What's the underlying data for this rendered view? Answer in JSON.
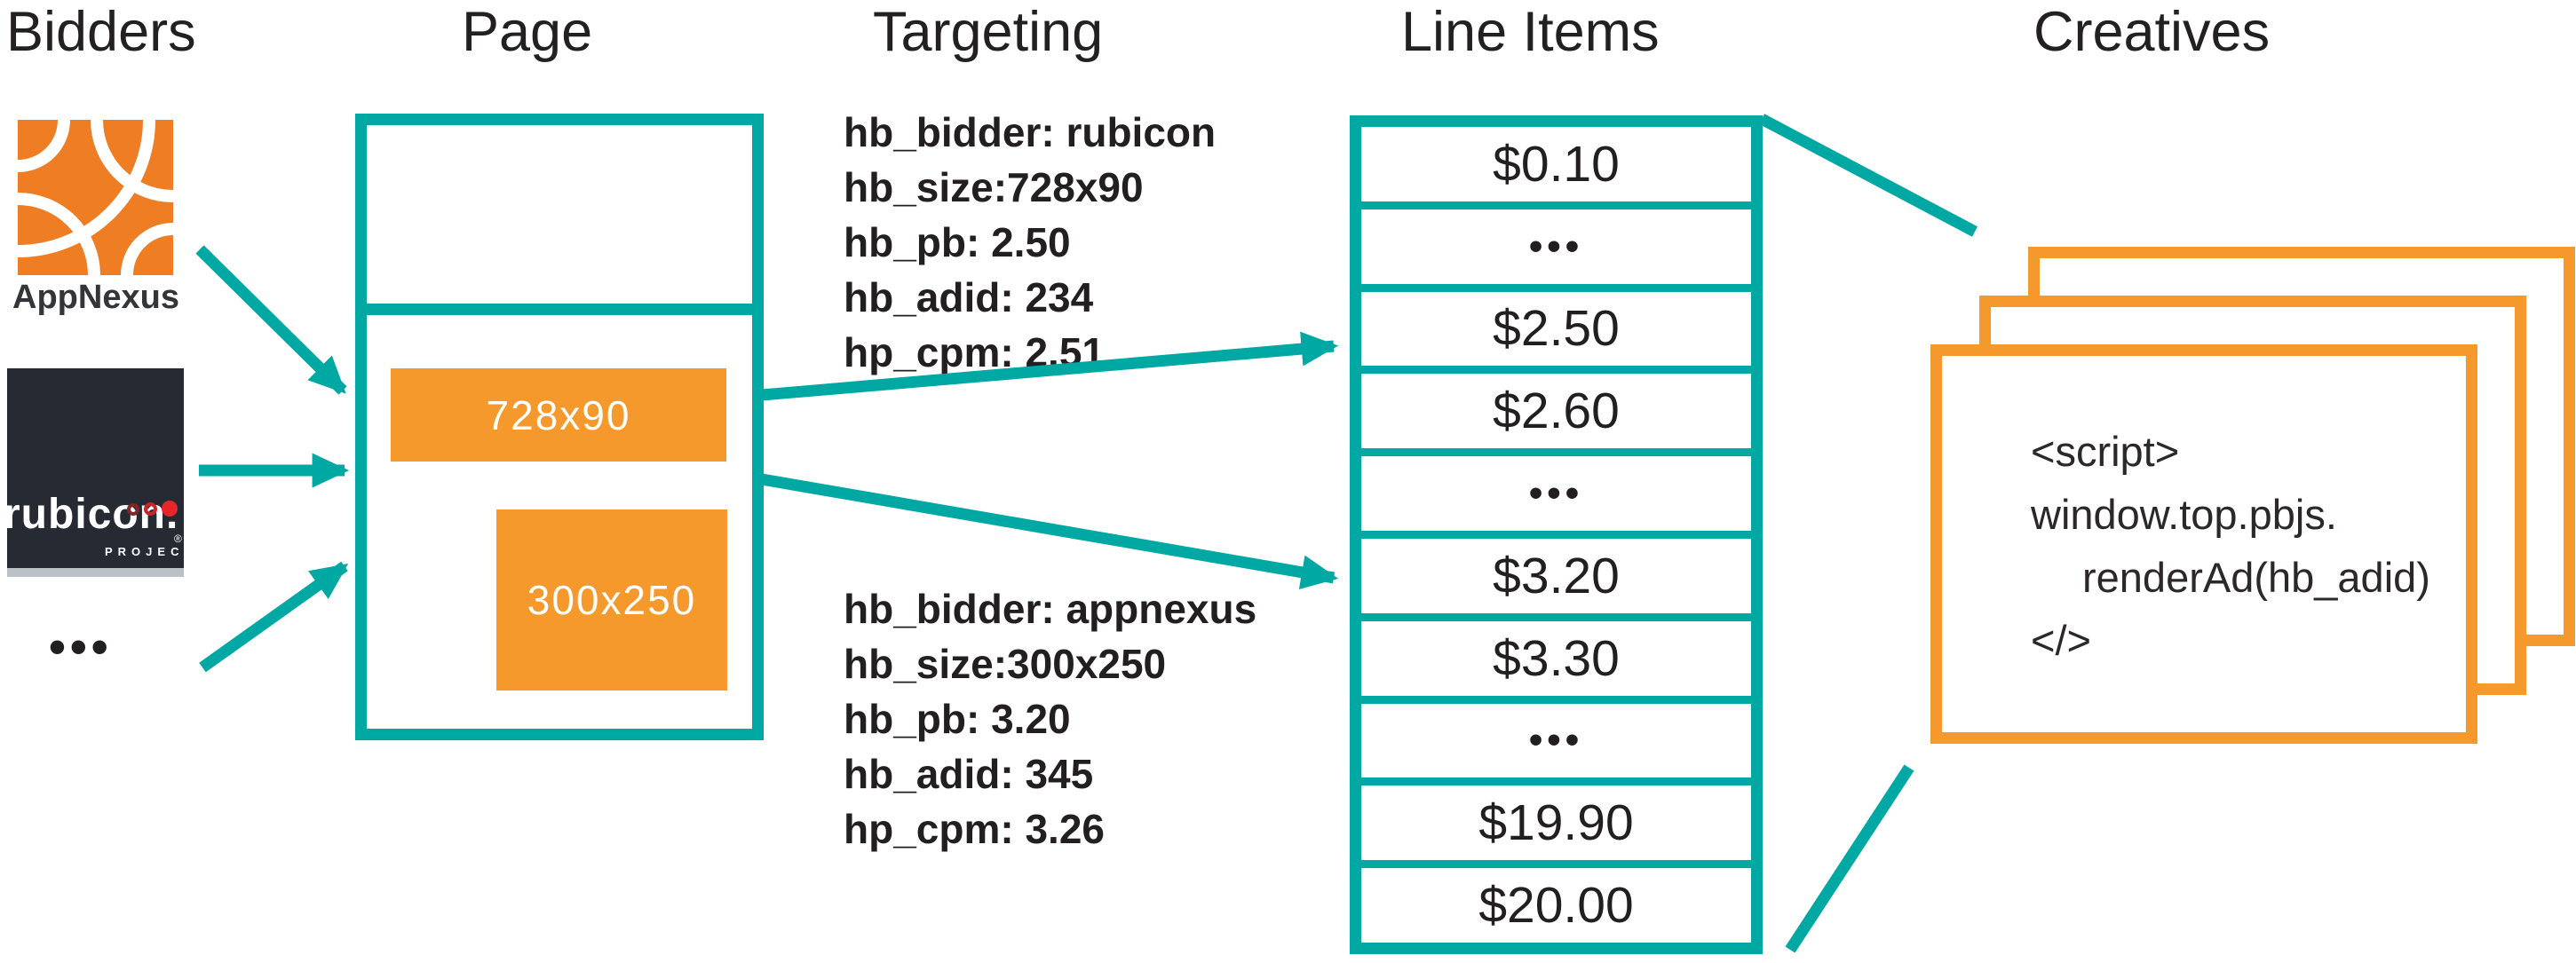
{
  "headers": {
    "bidders": "Bidders",
    "page": "Page",
    "targeting": "Targeting",
    "line_items": "Line Items",
    "creatives": "Creatives"
  },
  "bidders": {
    "appnexus_label": "AppNexus",
    "rubicon_word": "rubicon.",
    "rubicon_reg": "®",
    "rubicon_project": "PROJECT",
    "ellipsis": "•••"
  },
  "page": {
    "slot1_label": "728x90",
    "slot2_label": "300x250"
  },
  "targeting": {
    "block1_lines": [
      "hb_bidder: rubicon",
      "hb_size:728x90",
      "hb_pb: 2.50",
      "hb_adid: 234",
      "hp_cpm: 2.51"
    ],
    "block2_lines": [
      "hb_bidder: appnexus",
      "hb_size:300x250",
      "hb_pb: 3.20",
      "hb_adid: 345",
      "hp_cpm: 3.26"
    ]
  },
  "line_items": {
    "rows": [
      "$0.10",
      "•••",
      "$2.50",
      "$2.60",
      "•••",
      "$3.20",
      "$3.30",
      "•••",
      "$19.90",
      "$20.00"
    ]
  },
  "creatives": {
    "script_lines": [
      "<script>",
      "window.top.pbjs.",
      "renderAd(hb_adid)",
      "</>"
    ]
  },
  "colors": {
    "teal": "#00A8A4",
    "orange": "#F6992C",
    "appnexus_orange": "#EE7D23",
    "rubicon_bg": "#262B33",
    "text_dark": "#231F20"
  }
}
